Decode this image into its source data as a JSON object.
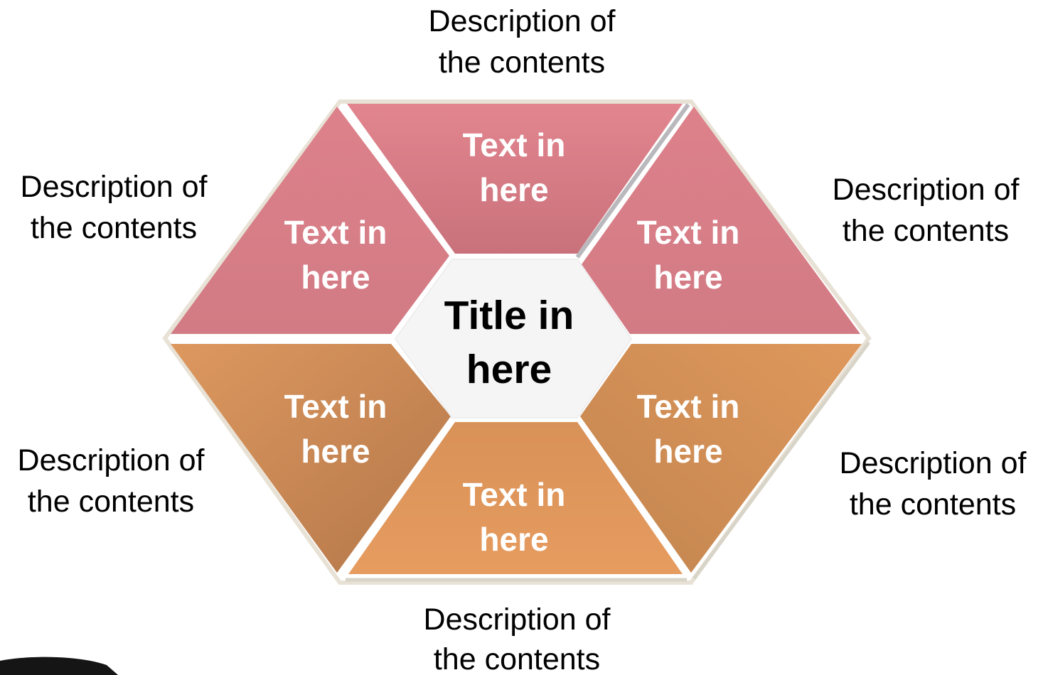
{
  "title": {
    "line1": "Title in",
    "line2": "here"
  },
  "segments": {
    "top": {
      "line1": "Text in",
      "line2": "here"
    },
    "upper_left": {
      "line1": "Text in",
      "line2": "here"
    },
    "upper_right": {
      "line1": "Text in",
      "line2": "here"
    },
    "lower_left": {
      "line1": "Text in",
      "line2": "here"
    },
    "lower_right": {
      "line1": "Text in",
      "line2": "here"
    },
    "bottom": {
      "line1": "Text in",
      "line2": "here"
    }
  },
  "descriptions": {
    "top": {
      "line1": "Description of",
      "line2": "the contents"
    },
    "upper_left": {
      "line1": "Description of",
      "line2": "the contents"
    },
    "upper_right": {
      "line1": "Description of",
      "line2": "the contents"
    },
    "lower_left": {
      "line1": "Description of",
      "line2": "the contents"
    },
    "lower_right": {
      "line1": "Description of",
      "line2": "the contents"
    },
    "bottom": {
      "line1": "Description of",
      "line2": "the contents"
    }
  },
  "colors": {
    "pink_light": "#e2858f",
    "pink_dark": "#c97079",
    "orange_light": "#e39a5c",
    "orange_dark": "#b7784a",
    "center_fill": "#f5f5f5",
    "segment_text": "#ffffff",
    "outline": "#e8e2d6"
  }
}
